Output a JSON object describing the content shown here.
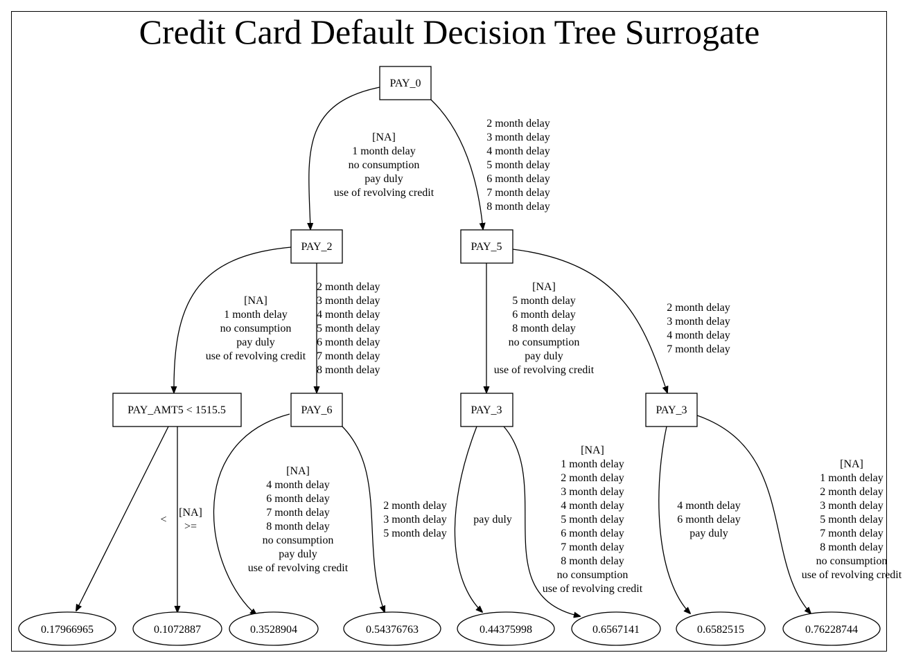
{
  "title": "Credit Card Default Decision Tree Surrogate",
  "nodes": {
    "root": "PAY_0",
    "pay2": "PAY_2",
    "pay5": "PAY_5",
    "payamt5": "PAY_AMT5 < 1515.5",
    "pay6": "PAY_6",
    "pay3a": "PAY_3",
    "pay3b": "PAY_3"
  },
  "leaves": [
    "0.17966965",
    "0.1072887",
    "0.3528904",
    "0.54376763",
    "0.44375998",
    "0.6567141",
    "0.6582515",
    "0.76228744"
  ],
  "edges": {
    "root_left": [
      "[NA]",
      "1 month delay",
      "no consumption",
      "pay duly",
      "use of revolving credit"
    ],
    "root_right": [
      "2 month delay",
      "3 month delay",
      "4 month delay",
      "5 month delay",
      "6 month delay",
      "7 month delay",
      "8 month delay"
    ],
    "pay2_left": [
      "[NA]",
      "1 month delay",
      "no consumption",
      "pay duly",
      "use of revolving credit"
    ],
    "pay2_right": [
      "2 month delay",
      "3 month delay",
      "4 month delay",
      "5 month delay",
      "6 month delay",
      "7 month delay",
      "8 month delay"
    ],
    "pay5_left": [
      "[NA]",
      "5 month delay",
      "6 month delay",
      "8 month delay",
      "no consumption",
      "pay duly",
      "use of revolving credit"
    ],
    "pay5_right": [
      "2 month delay",
      "3 month delay",
      "4 month delay",
      "7 month delay"
    ],
    "payamt5_left": [
      "<"
    ],
    "payamt5_right": [
      "[NA]",
      ">="
    ],
    "pay6_left": [
      "[NA]",
      "4 month delay",
      "6 month delay",
      "7 month delay",
      "8 month delay",
      "no consumption",
      "pay duly",
      "use of revolving credit"
    ],
    "pay6_right": [
      "2 month delay",
      "3 month delay",
      "5 month delay"
    ],
    "pay3a_left": [
      "pay duly"
    ],
    "pay3a_right": [
      "[NA]",
      "1 month delay",
      "2 month delay",
      "3 month delay",
      "4 month delay",
      "5 month delay",
      "6 month delay",
      "7 month delay",
      "8 month delay",
      "no consumption",
      "use of revolving credit"
    ],
    "pay3b_left": [
      "4 month delay",
      "6 month delay",
      "pay duly"
    ],
    "pay3b_right": [
      "[NA]",
      "1 month delay",
      "2 month delay",
      "3 month delay",
      "5 month delay",
      "7 month delay",
      "8 month delay",
      "no consumption",
      "use of revolving credit"
    ]
  }
}
